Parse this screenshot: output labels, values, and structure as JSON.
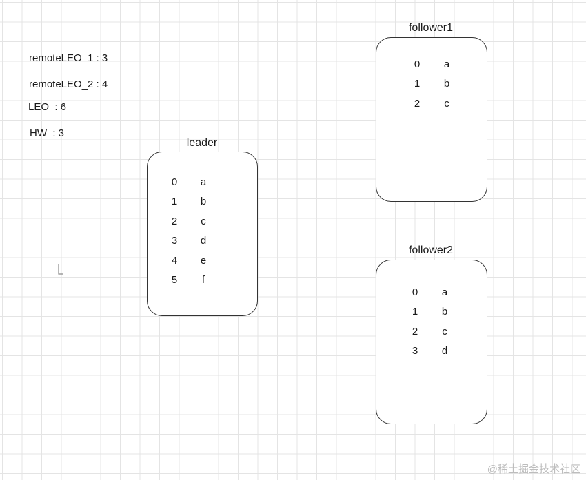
{
  "stats": {
    "remote_leo_1": "remoteLEO_1 : 3",
    "remote_leo_2": "remoteLEO_2 : 4",
    "leo": "LEO  : 6",
    "hw": "HW  : 3"
  },
  "nodes": {
    "leader": {
      "title": "leader",
      "log": [
        {
          "offset": "0",
          "value": "a"
        },
        {
          "offset": "1",
          "value": "b"
        },
        {
          "offset": "2",
          "value": "c"
        },
        {
          "offset": "3",
          "value": "d"
        },
        {
          "offset": "4",
          "value": "e"
        },
        {
          "offset": "5",
          "value": "f"
        }
      ]
    },
    "follower1": {
      "title": "follower1",
      "log": [
        {
          "offset": "0",
          "value": "a"
        },
        {
          "offset": "1",
          "value": "b"
        },
        {
          "offset": "2",
          "value": "c"
        }
      ]
    },
    "follower2": {
      "title": "follower2",
      "log": [
        {
          "offset": "0",
          "value": "a"
        },
        {
          "offset": "1",
          "value": "b"
        },
        {
          "offset": "2",
          "value": "c"
        },
        {
          "offset": "3",
          "value": "d"
        }
      ]
    }
  },
  "cursor_icon": "text-cursor-icon",
  "watermark": "@稀土掘金技术社区"
}
